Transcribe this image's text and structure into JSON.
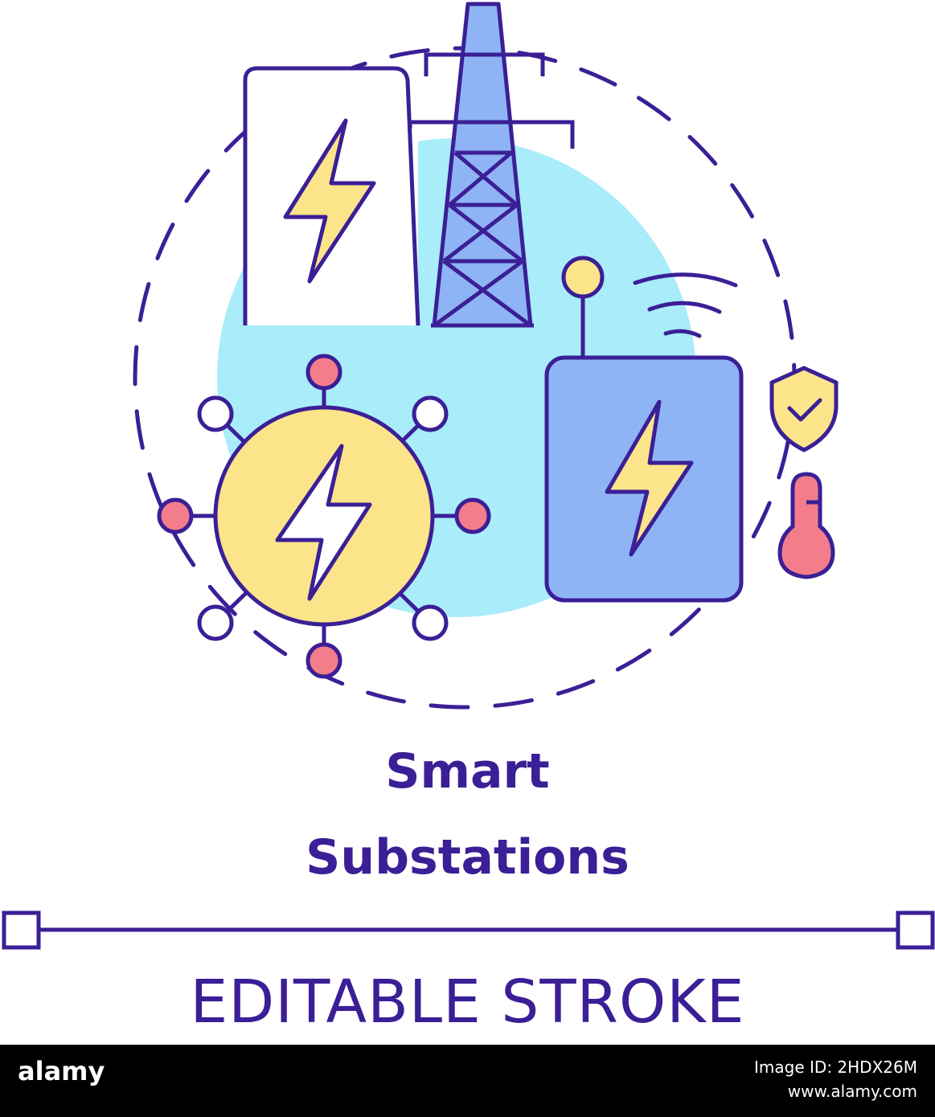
{
  "title": {
    "line1": "Smart",
    "line2": "Substations"
  },
  "caption": "EDITABLE STROKE",
  "footer": {
    "brand": "alamy",
    "image_id": "Image ID: 2HDX26M",
    "url": "www.alamy.com"
  },
  "colors": {
    "stroke": "#3b1f96",
    "background_blob": "#a9ecfa",
    "yellow": "#fbe48a",
    "blue": "#8fb4f5",
    "pink": "#f47d8c",
    "white": "#ffffff"
  },
  "icons": [
    "power-plant-icon",
    "transmission-tower-icon",
    "energy-hub-icon",
    "smart-battery-icon",
    "wireless-signal-icon",
    "shield-check-icon",
    "thermometer-icon"
  ]
}
